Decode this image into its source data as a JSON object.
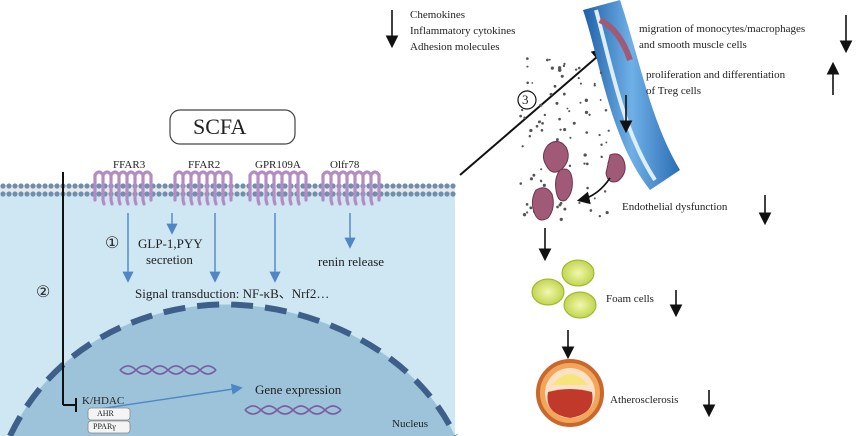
{
  "scfa": {
    "title": "SCFA"
  },
  "receptors": [
    {
      "label": "FFAR3"
    },
    {
      "label": "FFAR2"
    },
    {
      "label": "GPR109A"
    },
    {
      "label": "Olfr78"
    }
  ],
  "markers": {
    "one": "①",
    "two": "②",
    "three": "3"
  },
  "cell": {
    "glp": "GLP-1,PYY",
    "secretion": "secretion",
    "renin": "renin release",
    "signal": "Signal transduction: NF-κB、Nrf2…",
    "khdac": "K/HDAC",
    "ahr": "AHR",
    "ppar": "PPARγ",
    "gene": "Gene expression",
    "nucleus": "Nucleus"
  },
  "effects": {
    "chemokines": "Chemokines",
    "cytokines": "Inflammatory  cytokines",
    "adhesion": "Adhesion molecules",
    "migration1": "migration of monocytes/macrophages",
    "migration2": "and smooth muscle cells",
    "prolif1": "proliferation and differentiation",
    "prolif2": "of Treg cells",
    "endothelial": "Endothelial dysfunction",
    "foam": "Foam cells",
    "athero": "Atherosclerosis"
  },
  "colors": {
    "cytoplasm": "#cfe6f3",
    "nucleus": "#9cc3da",
    "receptor": "#b48cc4",
    "arrow_blue": "#4f86c6",
    "vessel": "#3f7fc4",
    "cells": "#a05a78",
    "foam": "#d6e86a",
    "plaque_red": "#c0392b"
  }
}
